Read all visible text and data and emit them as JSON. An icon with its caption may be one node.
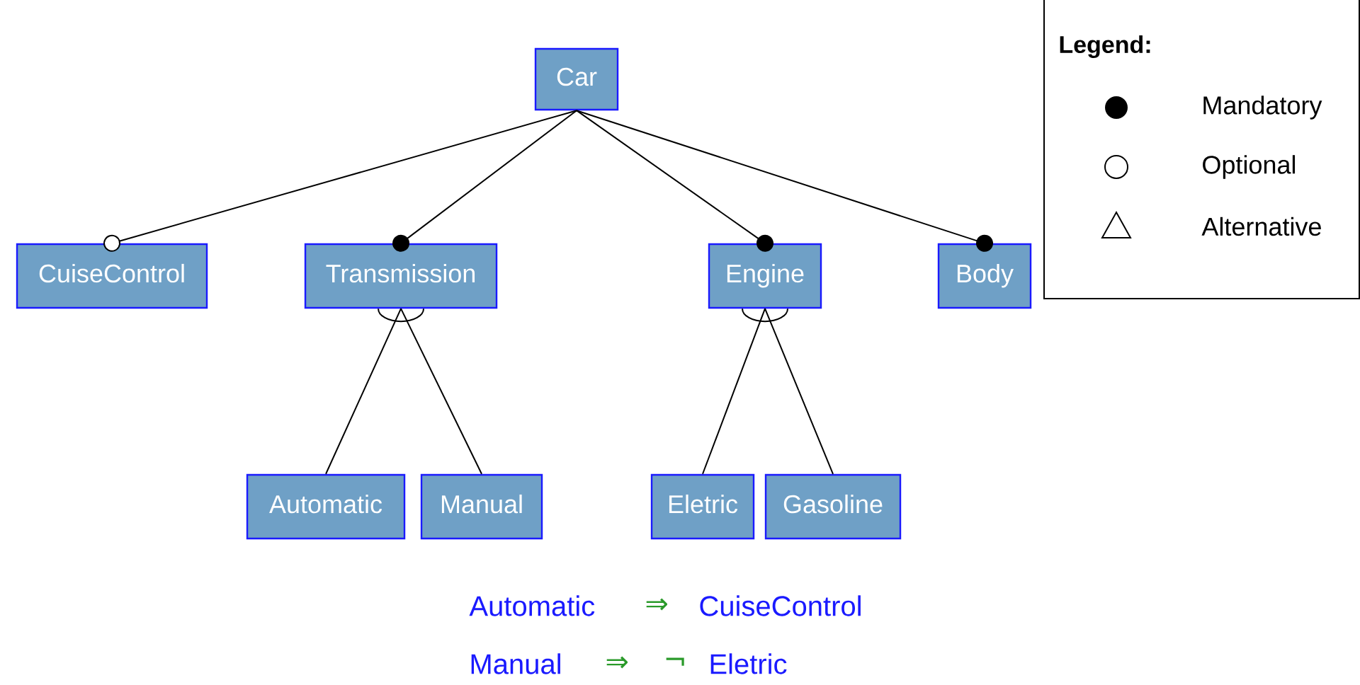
{
  "diagram": {
    "nodes": [
      {
        "text": [
          "Car"
        ]
      },
      {
        "text": [
          "CuiseControl"
        ]
      },
      {
        "text": [
          "Transmission"
        ]
      },
      {
        "text": [
          "Engine"
        ]
      },
      {
        "text": [
          "Body"
        ]
      },
      {
        "text": [
          "Automatic"
        ]
      },
      {
        "text": [
          "Manual"
        ]
      },
      {
        "text": [
          "Eletric"
        ]
      },
      {
        "text": [
          "Gasoline"
        ]
      }
    ],
    "edges": [
      {
        "from": 0,
        "to": 1,
        "arrow": "other"
      },
      {
        "from": 0,
        "to": 2,
        "arrow": "other"
      },
      {
        "from": 0,
        "to": 3,
        "arrow": "other"
      },
      {
        "from": 0,
        "to": 4,
        "arrow": "other"
      },
      {
        "from": 2,
        "to": 5,
        "arrow": "none"
      },
      {
        "from": 2,
        "to": 6,
        "arrow": "none"
      },
      {
        "from": 3,
        "to": 7,
        "arrow": "none"
      },
      {
        "from": 3,
        "to": 8,
        "arrow": "none"
      }
    ],
    "labels": [
      "Legend:",
      "Automatic",
      "⇒",
      "CuiseControl",
      "Manual",
      "⇒",
      "¬",
      "Eletric"
    ],
    "legend": [
      {
        "text": "Mandatory"
      },
      {
        "text": "Optional"
      },
      {
        "text": "Alternative"
      }
    ]
  }
}
